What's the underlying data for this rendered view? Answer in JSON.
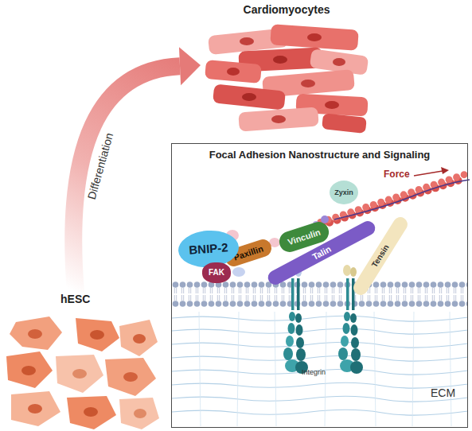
{
  "diagram": {
    "nodes": [
      {
        "text": [
          "Cardiomyocytes"
        ]
      },
      {
        "text": [
          "Focal Adhesion Nanostructure and Signaling"
        ]
      },
      {
        "text": [
          "Zyxin"
        ],
        "in": 1
      },
      {
        "text": [
          "BNIP-2"
        ],
        "in": 1
      },
      {
        "text": [
          "Paxillin"
        ],
        "in": 1
      },
      {
        "text": [
          "Vinculin"
        ],
        "in": 1
      },
      {
        "text": [
          "FAK"
        ],
        "in": 1
      },
      {
        "text": [
          "Talin"
        ],
        "in": 1
      },
      {
        "text": [
          "Tensin"
        ],
        "in": 1
      },
      {
        "text": [
          "hESC"
        ]
      }
    ],
    "edges": [
      {
        "from": 9,
        "to": 0,
        "arrow": "to",
        "label": "Differentiation"
      }
    ],
    "labels": [
      "Force",
      "Integrin",
      "ECM"
    ]
  }
}
